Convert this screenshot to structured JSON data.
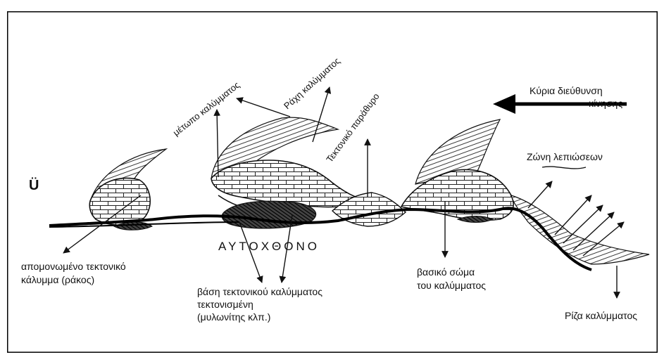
{
  "labels": {
    "frontOfNappe": "μέτωπο καλύμματος",
    "nappeRidge": "Ράχη καλύμματος",
    "tectonicWindow": "Τεκτονικό παράθυρο",
    "mainDirectionLine1": "Κύρια διεύθυνση",
    "mainDirectionLine2": "κίνησης",
    "imbricationZone": "Ζώνη λεπιώσεων",
    "compassMark": "Ü",
    "autochthon": "ΑΥΤΟΧΘΟΝΟ",
    "isolatedKlippeLine1": "απομονωμένο τεκτονικό",
    "isolatedKlippeLine2": "κάλυμμα (ράκος)",
    "tectonisedBaseLine1": "βάση τεκτονικού καλύμματος",
    "tectonisedBaseLine2": "τεκτονισμένη",
    "tectonisedBaseLine3": "(μυλωνίτης κλπ.)",
    "mainBodyLine1": "βασικό σώμα",
    "mainBodyLine2": "του καλύμματος",
    "nappeRoot": "Ρίζα καλύμματος"
  },
  "colors": {
    "ink": "#111111",
    "border": "#000000",
    "background": "#ffffff"
  }
}
